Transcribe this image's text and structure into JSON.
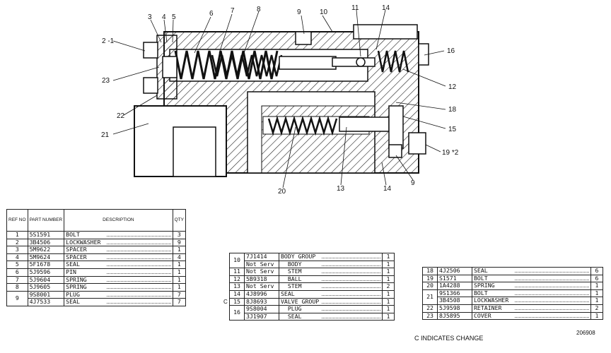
{
  "callouts": [
    "2 -1",
    "3",
    "4",
    "5",
    "6",
    "7",
    "8",
    "9",
    "10",
    "11",
    "14",
    "16",
    "12",
    "18",
    "15",
    "19 *2",
    "9",
    "14",
    "13",
    "20",
    "21",
    "22",
    "23"
  ],
  "table1": {
    "headers": {
      "ref": "REF NO",
      "part": "PART NUMBER",
      "desc": "DESCRIPTION",
      "qty": "QTY"
    },
    "rows": [
      {
        "ref": "1",
        "part": "5S1591",
        "desc": "BOLT",
        "qty": "3"
      },
      {
        "ref": "2",
        "part": "3B4506",
        "desc": "LOCKWASHER",
        "qty": "9"
      },
      {
        "ref": "3",
        "part": "5M9622",
        "desc": "SPACER",
        "qty": "1"
      },
      {
        "ref": "4",
        "part": "5M9624",
        "desc": "SPACER",
        "qty": "4"
      },
      {
        "ref": "5",
        "part": "5F1678",
        "desc": "SEAL",
        "qty": "1"
      },
      {
        "ref": "6",
        "part": "5J9596",
        "desc": "PIN",
        "qty": "1"
      },
      {
        "ref": "7",
        "part": "5J9604",
        "desc": "SPRING",
        "qty": "1"
      },
      {
        "ref": "8",
        "part": "5J9605",
        "desc": "SPRING",
        "qty": "1"
      },
      {
        "ref": "9",
        "part": "9S8001",
        "desc": "PLUG",
        "qty": "7"
      },
      {
        "ref": "",
        "part": "4J7533",
        "desc": "SEAL",
        "qty": "7"
      }
    ]
  },
  "table2": {
    "rows": [
      {
        "c": "",
        "ref": "10",
        "part": "7J1414",
        "desc": "BODY GROUP",
        "qty": "1"
      },
      {
        "c": "",
        "ref": "",
        "part": "Not Serv",
        "desc": "BODY",
        "qty": "1"
      },
      {
        "c": "",
        "ref": "11",
        "part": "Not Serv",
        "desc": "STEM",
        "qty": "1"
      },
      {
        "c": "",
        "ref": "12",
        "part": "5B9318",
        "desc": "BALL",
        "qty": "1"
      },
      {
        "c": "",
        "ref": "13",
        "part": "Not Serv",
        "desc": "STEM",
        "qty": "2"
      },
      {
        "c": "",
        "ref": "14",
        "part": "4J8996",
        "desc": "SEAL",
        "qty": "1"
      },
      {
        "c": "C",
        "ref": "15",
        "part": "8J8693",
        "desc": "VALVE GROUP",
        "qty": "1"
      },
      {
        "c": "",
        "ref": "16",
        "part": "9S8004",
        "desc": "PLUG",
        "qty": "1"
      },
      {
        "c": "",
        "ref": "",
        "part": "3J1907",
        "desc": "SEAL",
        "qty": "1"
      }
    ]
  },
  "table3": {
    "rows": [
      {
        "ref": "18",
        "part": "4J2506",
        "desc": "SEAL",
        "qty": "6"
      },
      {
        "ref": "19",
        "part": "S1571",
        "desc": "BOLT",
        "qty": "6"
      },
      {
        "ref": "20",
        "part": "1A4288",
        "desc": "SPRING",
        "qty": "1"
      },
      {
        "ref": "",
        "part": "9S1366",
        "desc": "BOLT",
        "qty": "1"
      },
      {
        "ref": "21",
        "part": "3B4508",
        "desc": "LOCKWASHER",
        "qty": "1"
      },
      {
        "ref": "22",
        "part": "5J9598",
        "desc": "RETAINER",
        "qty": "2"
      },
      {
        "ref": "23",
        "part": "8J5895",
        "desc": "COVER",
        "qty": "1"
      }
    ]
  },
  "note": "C INDICATES CHANGE",
  "figure_number": "206908"
}
